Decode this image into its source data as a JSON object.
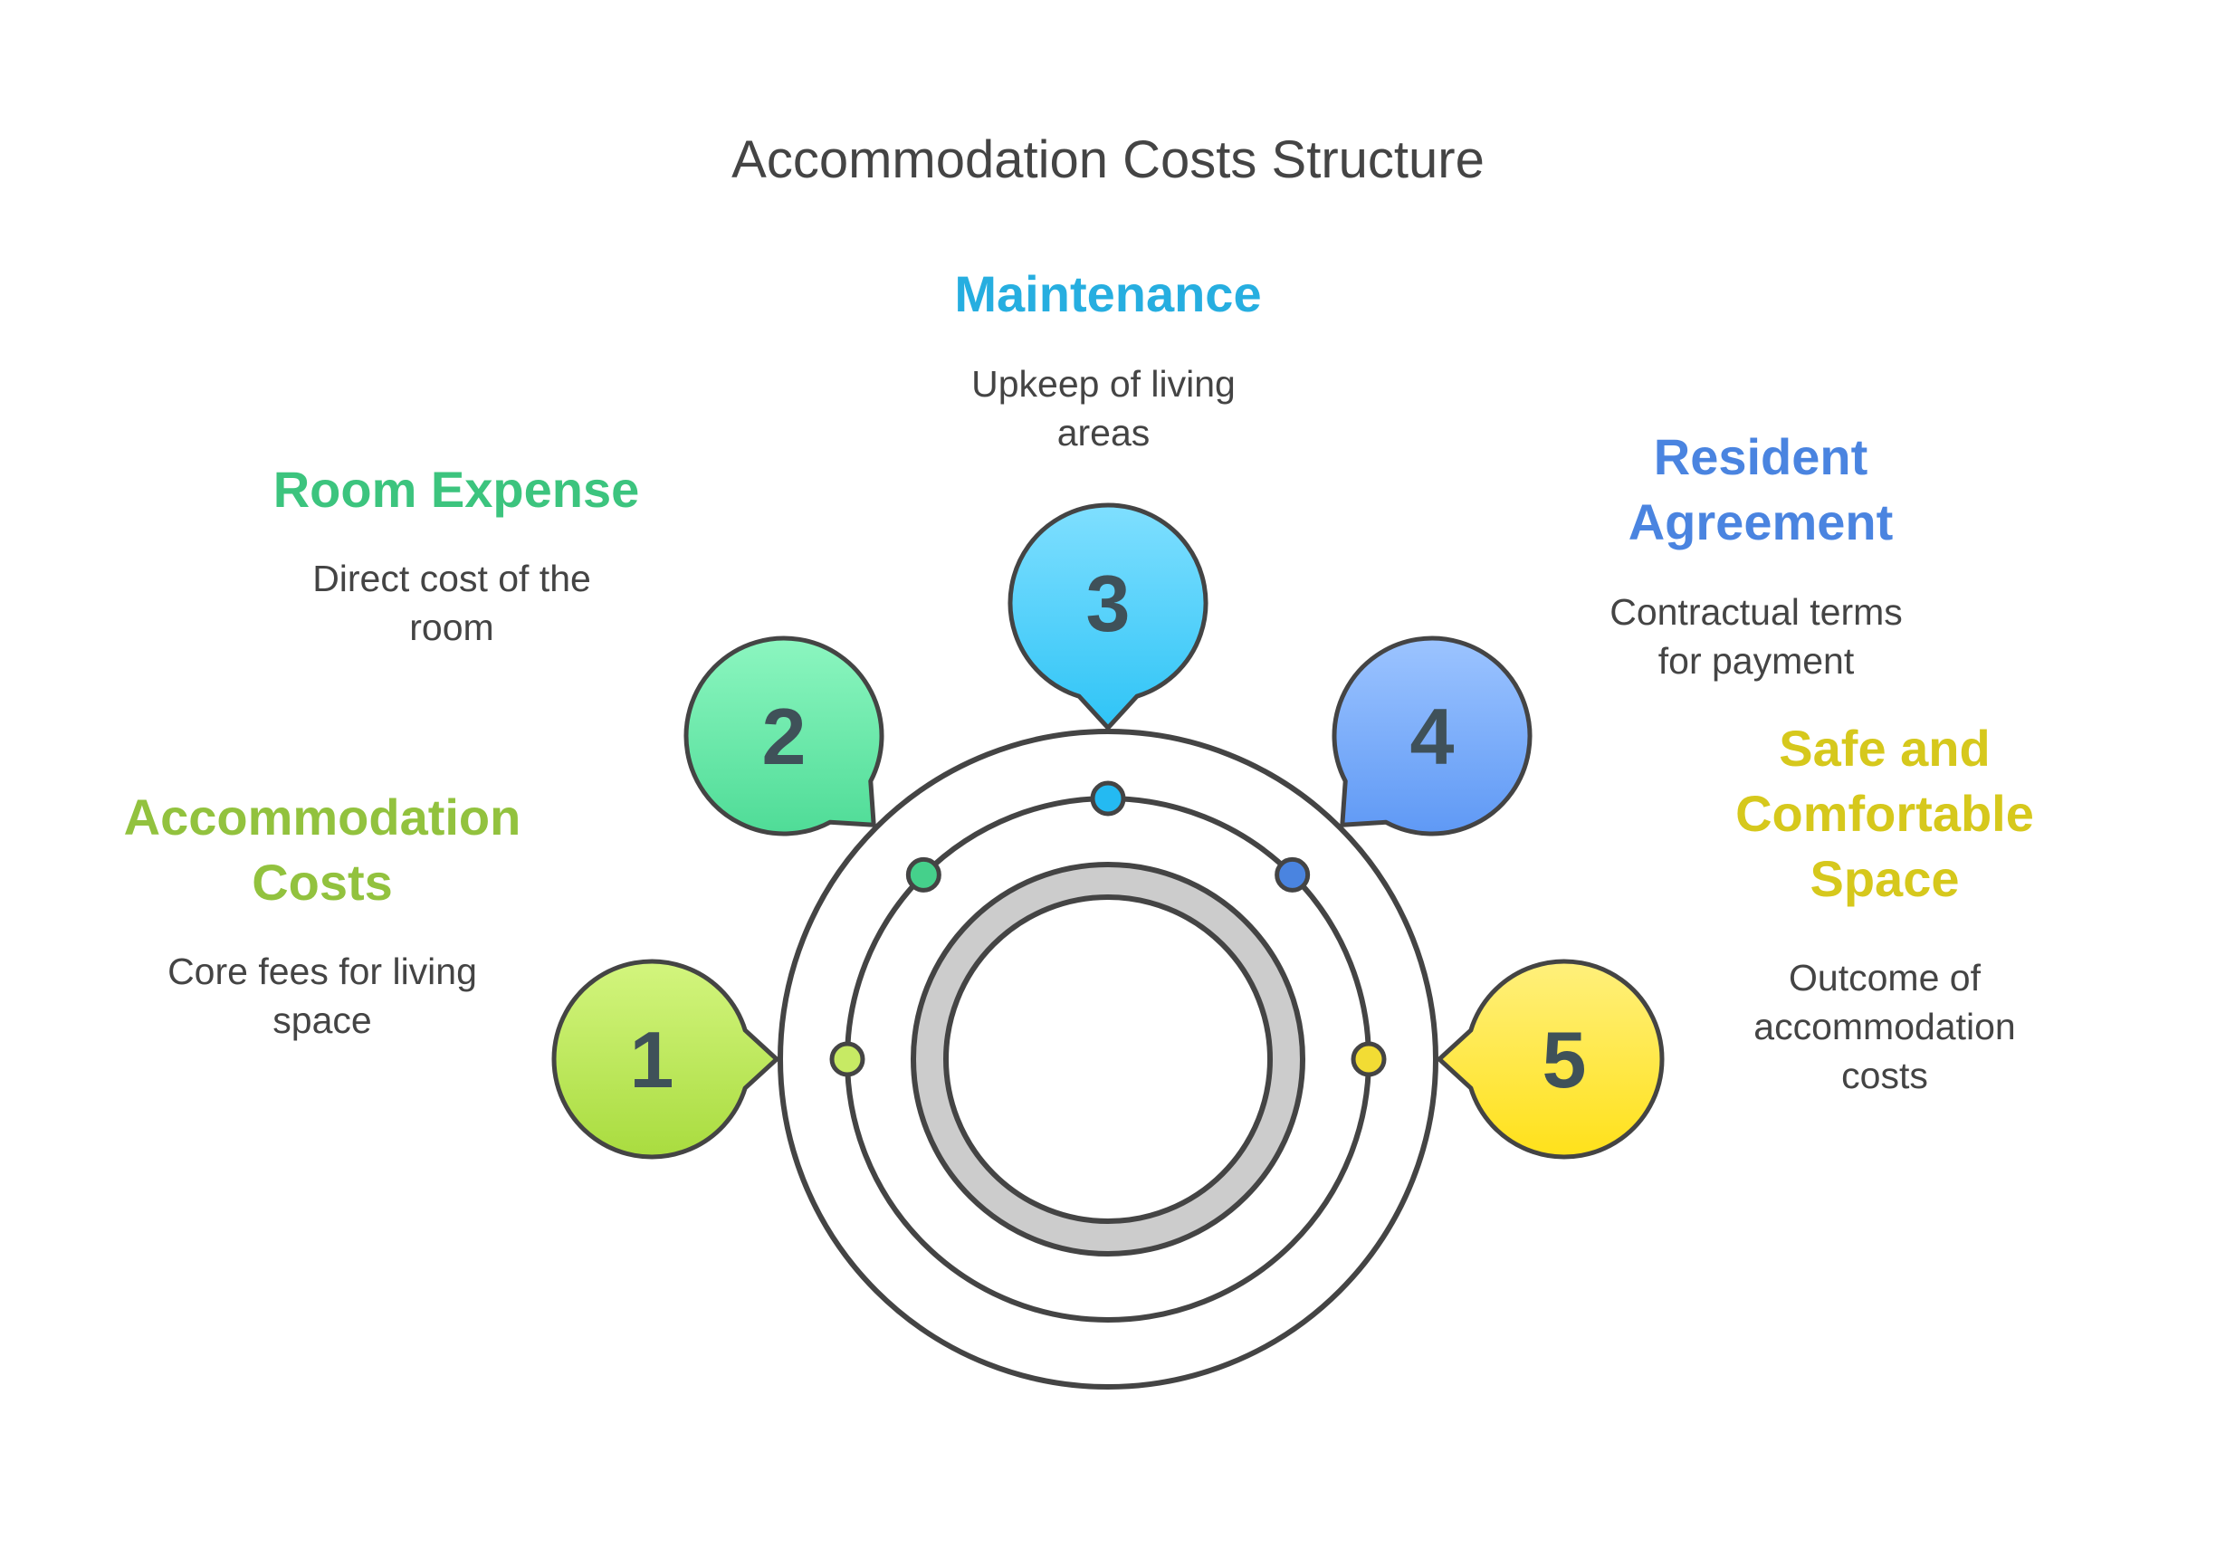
{
  "title": "Accommodation Costs Structure",
  "colors": {
    "outline": "#444444",
    "inner_ring_fill": "#cccccc",
    "number_text": "#3f5159"
  },
  "items": [
    {
      "number": "1",
      "heading_lines": [
        "Accommodation",
        "Costs"
      ],
      "description_lines": [
        "Core fees for living",
        "space"
      ],
      "color": "#92c23e",
      "bubble_top": "#d3f57e",
      "bubble_bottom": "#a9dc3f",
      "dot": "#c7ea64"
    },
    {
      "number": "2",
      "heading_lines": [
        "Room Expense"
      ],
      "description_lines": [
        "Direct cost of the",
        "room"
      ],
      "color": "#3cc47e",
      "bubble_top": "#8cf6c0",
      "bubble_bottom": "#4fdc97",
      "dot": "#45d08b"
    },
    {
      "number": "3",
      "heading_lines": [
        "Maintenance"
      ],
      "description_lines": [
        "Upkeep of living",
        "areas"
      ],
      "color": "#26aee0",
      "bubble_top": "#7fdfff",
      "bubble_bottom": "#2fc4f6",
      "dot": "#24baf2"
    },
    {
      "number": "4",
      "heading_lines": [
        "Resident",
        "Agreement"
      ],
      "description_lines": [
        "Contractual terms",
        "for payment"
      ],
      "color": "#4a84e0",
      "bubble_top": "#9cc4ff",
      "bubble_bottom": "#5f99f5",
      "dot": "#4a84e0"
    },
    {
      "number": "5",
      "heading_lines": [
        "Safe and",
        "Comfortable",
        "Space"
      ],
      "description_lines": [
        "Outcome of",
        "accommodation",
        "costs"
      ],
      "color": "#d6c81c",
      "bubble_top": "#fff07c",
      "bubble_bottom": "#ffe11a",
      "dot": "#f2dc34"
    }
  ]
}
